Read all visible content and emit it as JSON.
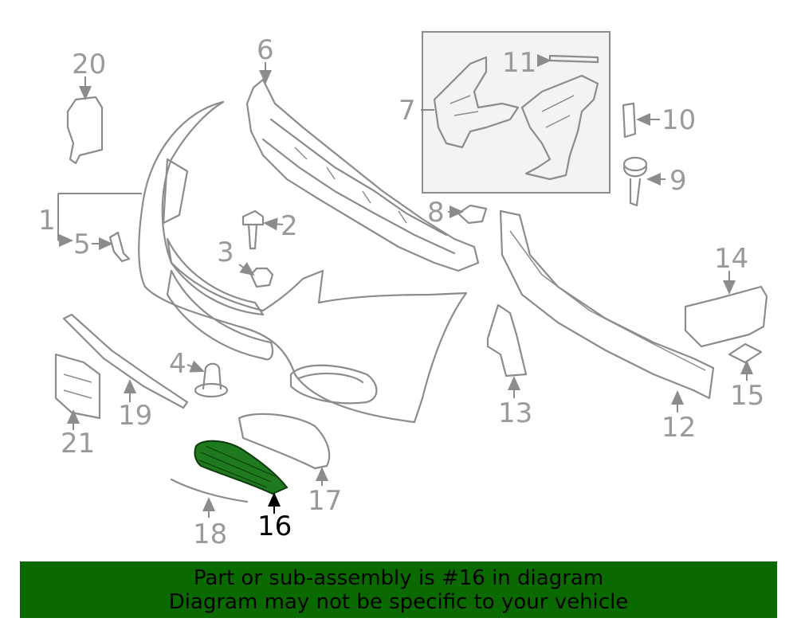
{
  "colors": {
    "line": "#8c8c8c",
    "label": "#9a9a9a",
    "highlight_fill": "#1f7a1f",
    "banner_bg": "#0a6a00"
  },
  "callouts": [
    {
      "id": "1",
      "text": "1"
    },
    {
      "id": "2",
      "text": "2"
    },
    {
      "id": "3",
      "text": "3"
    },
    {
      "id": "4",
      "text": "4"
    },
    {
      "id": "5",
      "text": "5"
    },
    {
      "id": "6",
      "text": "6"
    },
    {
      "id": "7",
      "text": "7"
    },
    {
      "id": "8",
      "text": "8"
    },
    {
      "id": "9",
      "text": "9"
    },
    {
      "id": "10",
      "text": "10"
    },
    {
      "id": "11",
      "text": "11"
    },
    {
      "id": "12",
      "text": "12"
    },
    {
      "id": "13",
      "text": "13"
    },
    {
      "id": "14",
      "text": "14"
    },
    {
      "id": "15",
      "text": "15"
    },
    {
      "id": "16",
      "text": "16",
      "highlighted": true
    },
    {
      "id": "17",
      "text": "17"
    },
    {
      "id": "18",
      "text": "18"
    },
    {
      "id": "19",
      "text": "19"
    },
    {
      "id": "20",
      "text": "20"
    },
    {
      "id": "21",
      "text": "21"
    }
  ],
  "banner": {
    "line1": "Part or sub-assembly is #16 in diagram",
    "line2": "Diagram may not be specific to your vehicle"
  }
}
